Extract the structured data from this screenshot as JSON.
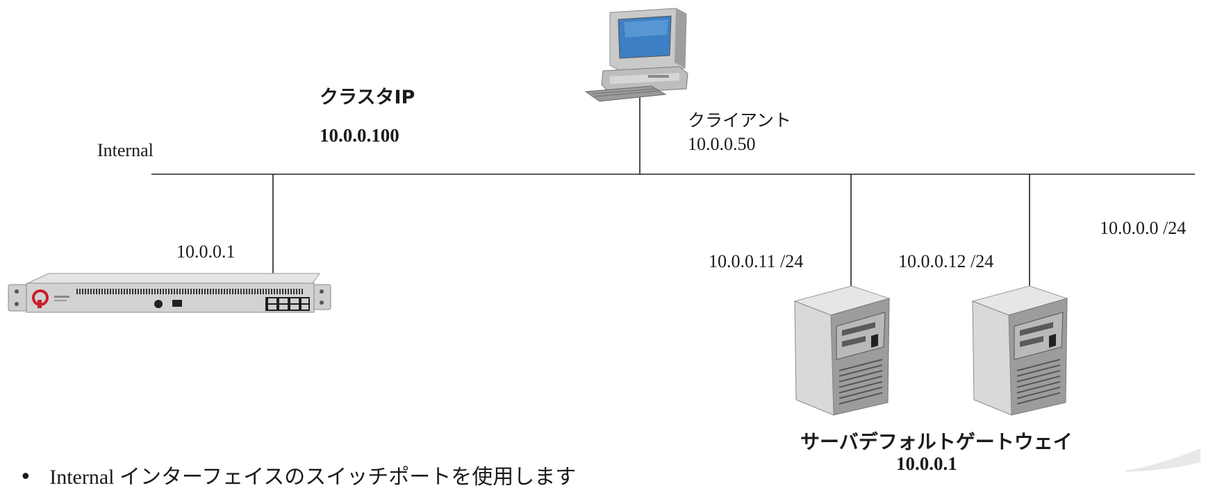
{
  "cluster": {
    "title": "クラスタIP",
    "ip": "10.0.0.100"
  },
  "network": {
    "name": "Internal",
    "subnet": "10.0.0.0 /24"
  },
  "client": {
    "label": "クライアント",
    "ip": "10.0.0.50"
  },
  "appliance": {
    "ip": "10.0.0.1",
    "icon": "rack-appliance-icon"
  },
  "servers": [
    {
      "ip": "10.0.0.11 /24",
      "icon": "server-tower-icon"
    },
    {
      "ip": "10.0.0.12 /24",
      "icon": "server-tower-icon"
    }
  ],
  "gateway": {
    "label": "サーバデフォルトゲートウェイ",
    "ip": "10.0.0.1"
  },
  "note": {
    "bullet": "•",
    "text": "Internal インターフェイスのスイッチポートを使用します"
  },
  "colors": {
    "line": "#222222",
    "logo_red": "#c8202a",
    "screen": "#3d7fc4"
  }
}
